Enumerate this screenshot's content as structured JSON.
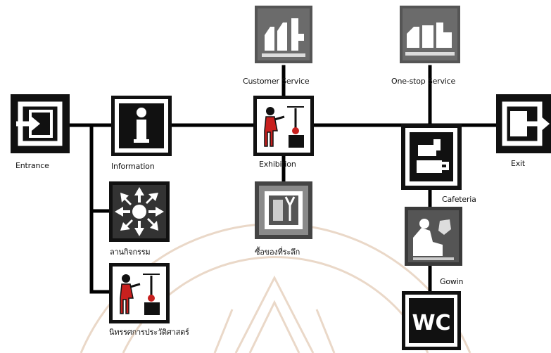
{
  "nodes": {
    "entrance": {
      "label": "Entrance",
      "icon": "entrance-door-icon"
    },
    "information": {
      "label": "Information",
      "icon": "information-i-icon"
    },
    "activity_yard": {
      "label": "ลานกิจกรรม",
      "icon": "assembly-point-icon"
    },
    "history_exhibition": {
      "label": "นิทรรศการประวัติศาสตร์",
      "icon": "museum-exhibit-icon"
    },
    "exhibition": {
      "label": "Exhibition",
      "icon": "museum-exhibit-icon"
    },
    "customer_service": {
      "label": "Customer Service",
      "icon": "customer-service-icon"
    },
    "souvenir_shop": {
      "label": "ซื้อของที่ระลึก",
      "icon": "souvenir-shop-icon"
    },
    "one_stop_service": {
      "label": "One-stop Service",
      "icon": "one-stop-service-icon"
    },
    "cafeteria": {
      "label": "Cafeteria",
      "icon": "coffee-cup-icon"
    },
    "gowin": {
      "label": "Gowin",
      "icon": "gowin-icon"
    },
    "wc": {
      "label": "",
      "icon": "wc-icon",
      "sign_text": "WC"
    },
    "exit": {
      "label": "Exit",
      "icon": "exit-door-icon"
    }
  },
  "colors": {
    "line": "#000000",
    "icon_dark": "#111111",
    "icon_light": "#ffffff",
    "icon_red": "#c8201e",
    "watermark": "#ead8c8"
  }
}
